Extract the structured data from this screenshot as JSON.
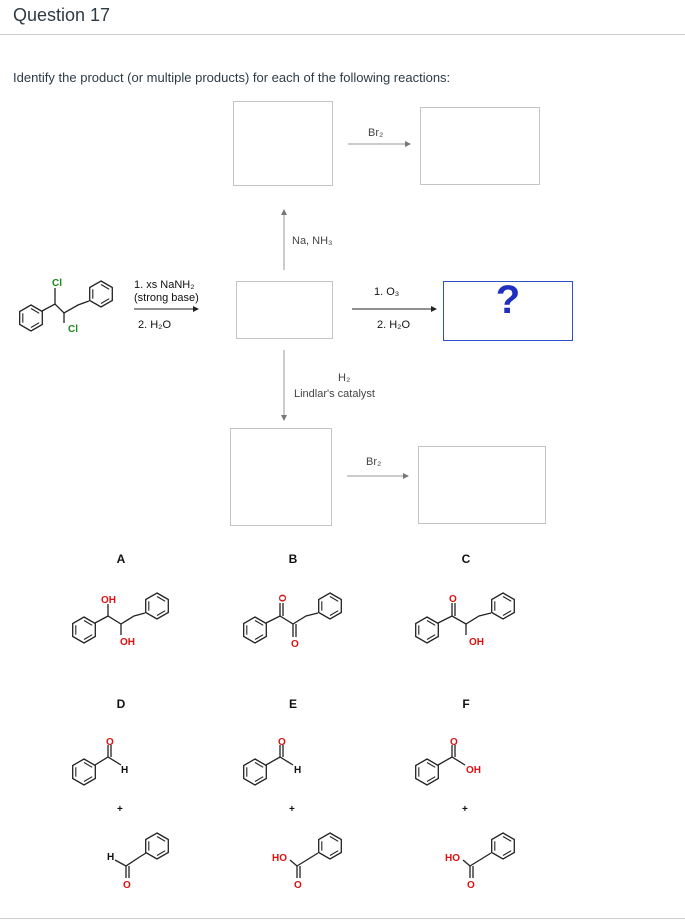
{
  "question": {
    "title": "Question 17",
    "prompt": "Identify the product (or multiple products) for each of the following reactions:"
  },
  "reagents": {
    "start_step1": "1. xs NaNH₂",
    "start_step1b": "(strong base)",
    "start_step2": "2. H₂O",
    "up": "Na, NH₃",
    "top_right": "Br₂",
    "ozone_1": "1. O₃",
    "ozone_2": "2. H₂O",
    "down_h2": "H₂",
    "down_cat": "Lindlar's catalyst",
    "bottom_right": "Br₂"
  },
  "question_mark": "?",
  "start_labels": {
    "cl_top": "Cl",
    "cl_bottom": "Cl"
  },
  "options": [
    {
      "letter": "A",
      "lab1": "OH",
      "lab2": "OH"
    },
    {
      "letter": "B",
      "lab1": "O",
      "lab2": "O"
    },
    {
      "letter": "C",
      "lab1": "O",
      "lab2": "OH"
    },
    {
      "letter": "D",
      "lab1": "O",
      "lab2": "H",
      "lab3": "H",
      "lab4": "O",
      "plus": "+"
    },
    {
      "letter": "E",
      "lab1": "O",
      "lab2": "H",
      "lab3": "HO",
      "lab4": "O",
      "plus": "+"
    },
    {
      "letter": "F",
      "lab1": "O",
      "lab2": "OH",
      "lab3": "HO",
      "lab4": "O",
      "plus": "+"
    }
  ],
  "colors": {
    "accent": "#1f2fbf",
    "chlorine": "#1a8a1a",
    "heteroatom": "#d11",
    "box_border": "#c4c4c4"
  }
}
